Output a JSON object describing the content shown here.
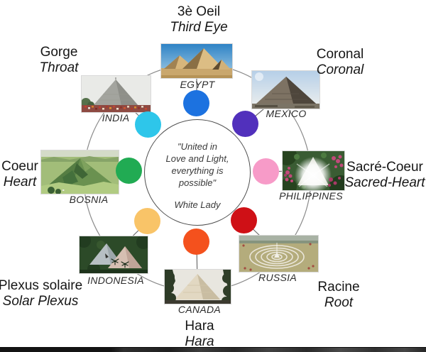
{
  "diagram": {
    "center": {
      "quote": "\"United in\nLove and Light,\neverything is\npossible\"",
      "author": "White Lady"
    },
    "nodes": [
      {
        "chakra_fr": "3è Oeil",
        "chakra_en": "Third Eye",
        "country": "EGYPT",
        "dot_color": "#1c72e0"
      },
      {
        "chakra_fr": "Coronal",
        "chakra_en": "Coronal",
        "country": "MEXICO",
        "dot_color": "#5130bc"
      },
      {
        "chakra_fr": "Sacré-Coeur",
        "chakra_en": "Sacred-Heart",
        "country": "PHILIPPINES",
        "dot_color": "#f79bc8"
      },
      {
        "chakra_fr": "Racine",
        "chakra_en": "Root",
        "country": "RUSSIA",
        "dot_color": "#cf1016"
      },
      {
        "chakra_fr": "Hara",
        "chakra_en": "Hara",
        "country": "CANADA",
        "dot_color": "#f4511d"
      },
      {
        "chakra_fr": "Plexus solaire",
        "chakra_en": "Solar Plexus",
        "country": "INDONESIA",
        "dot_color": "#f9c468"
      },
      {
        "chakra_fr": "Coeur",
        "chakra_en": "Heart",
        "country": "BOSNIA",
        "dot_color": "#21ab53"
      },
      {
        "chakra_fr": "Gorge",
        "chakra_en": "Throat",
        "country": "INDIA",
        "dot_color": "#2ec6ea"
      }
    ]
  }
}
